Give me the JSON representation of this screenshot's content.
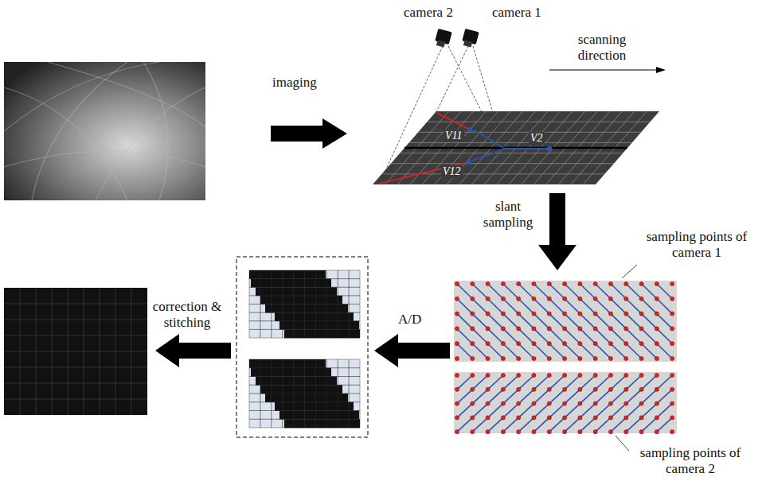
{
  "diagram": {
    "labels": [
      "camera 2",
      "camera 1",
      "scanning direction",
      "imaging",
      "V11",
      "V2",
      "V12",
      "slant sampling",
      "sampling points of camera 1",
      "A/D",
      "correction & stitching",
      "sampling points of camera 2"
    ]
  }
}
